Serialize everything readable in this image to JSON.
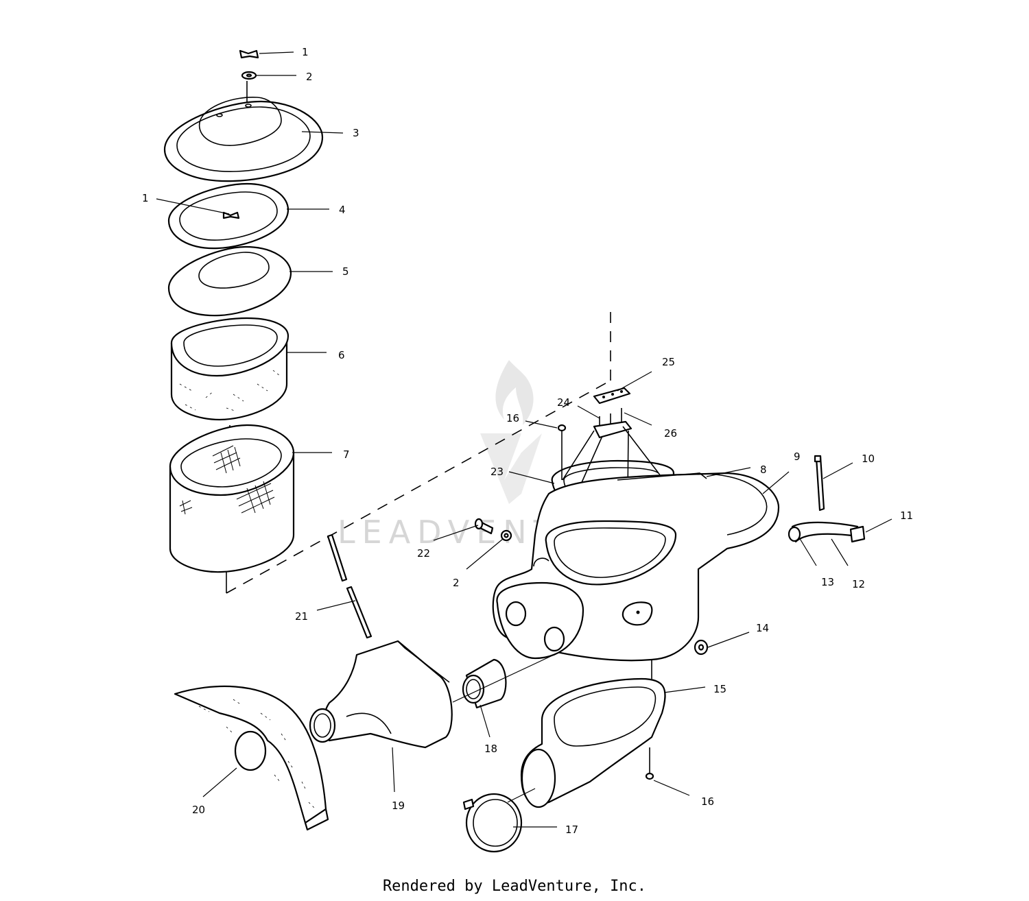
{
  "watermark": "LEADVENTURE",
  "footer": "Rendered by LeadVenture, Inc.",
  "callouts": {
    "c1a": "1",
    "c2a": "2",
    "c3": "3",
    "c1b": "1",
    "c4": "4",
    "c5": "5",
    "c6": "6",
    "c7": "7",
    "c25": "25",
    "c24": "24",
    "c26": "26",
    "c16a": "16",
    "c23": "23",
    "c8": "8",
    "c9": "9",
    "c10": "10",
    "c11": "11",
    "c13": "13",
    "c12": "12",
    "c22": "22",
    "c2b": "2",
    "c21": "21",
    "c14": "14",
    "c15": "15",
    "c18": "18",
    "c19": "19",
    "c20": "20",
    "c17": "17",
    "c16b": "16"
  }
}
